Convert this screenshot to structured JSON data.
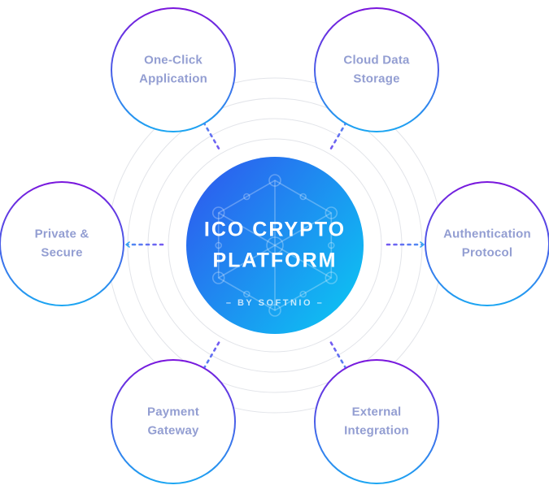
{
  "diagram": {
    "center": {
      "title_line1": "ICO CRYPTO",
      "title_line2": "PLATFORM",
      "subtitle": "– BY SOFTNIO –",
      "icon": "hexagon-network-icon",
      "gradient_start": "#2e59ee",
      "gradient_end": "#0cc6f3"
    },
    "nodes": [
      {
        "id": "one-click-application",
        "label": "One-Click Application"
      },
      {
        "id": "cloud-data-storage",
        "label": "Cloud Data Storage"
      },
      {
        "id": "private-secure",
        "label": "Private & Secure"
      },
      {
        "id": "authentication-protocol",
        "label": "Authentication Protocol"
      },
      {
        "id": "payment-gateway",
        "label": "Payment Gateway"
      },
      {
        "id": "external-integration",
        "label": "External Integration"
      }
    ],
    "colors": {
      "node_border_top": "#7a16dd",
      "node_border_bottom": "#1ba5f2",
      "node_label": "#939ed2",
      "orbit_ring": "#e2e4e9",
      "arrow_inner": "#8a3df0",
      "arrow_outer": "#38a6f4"
    }
  }
}
